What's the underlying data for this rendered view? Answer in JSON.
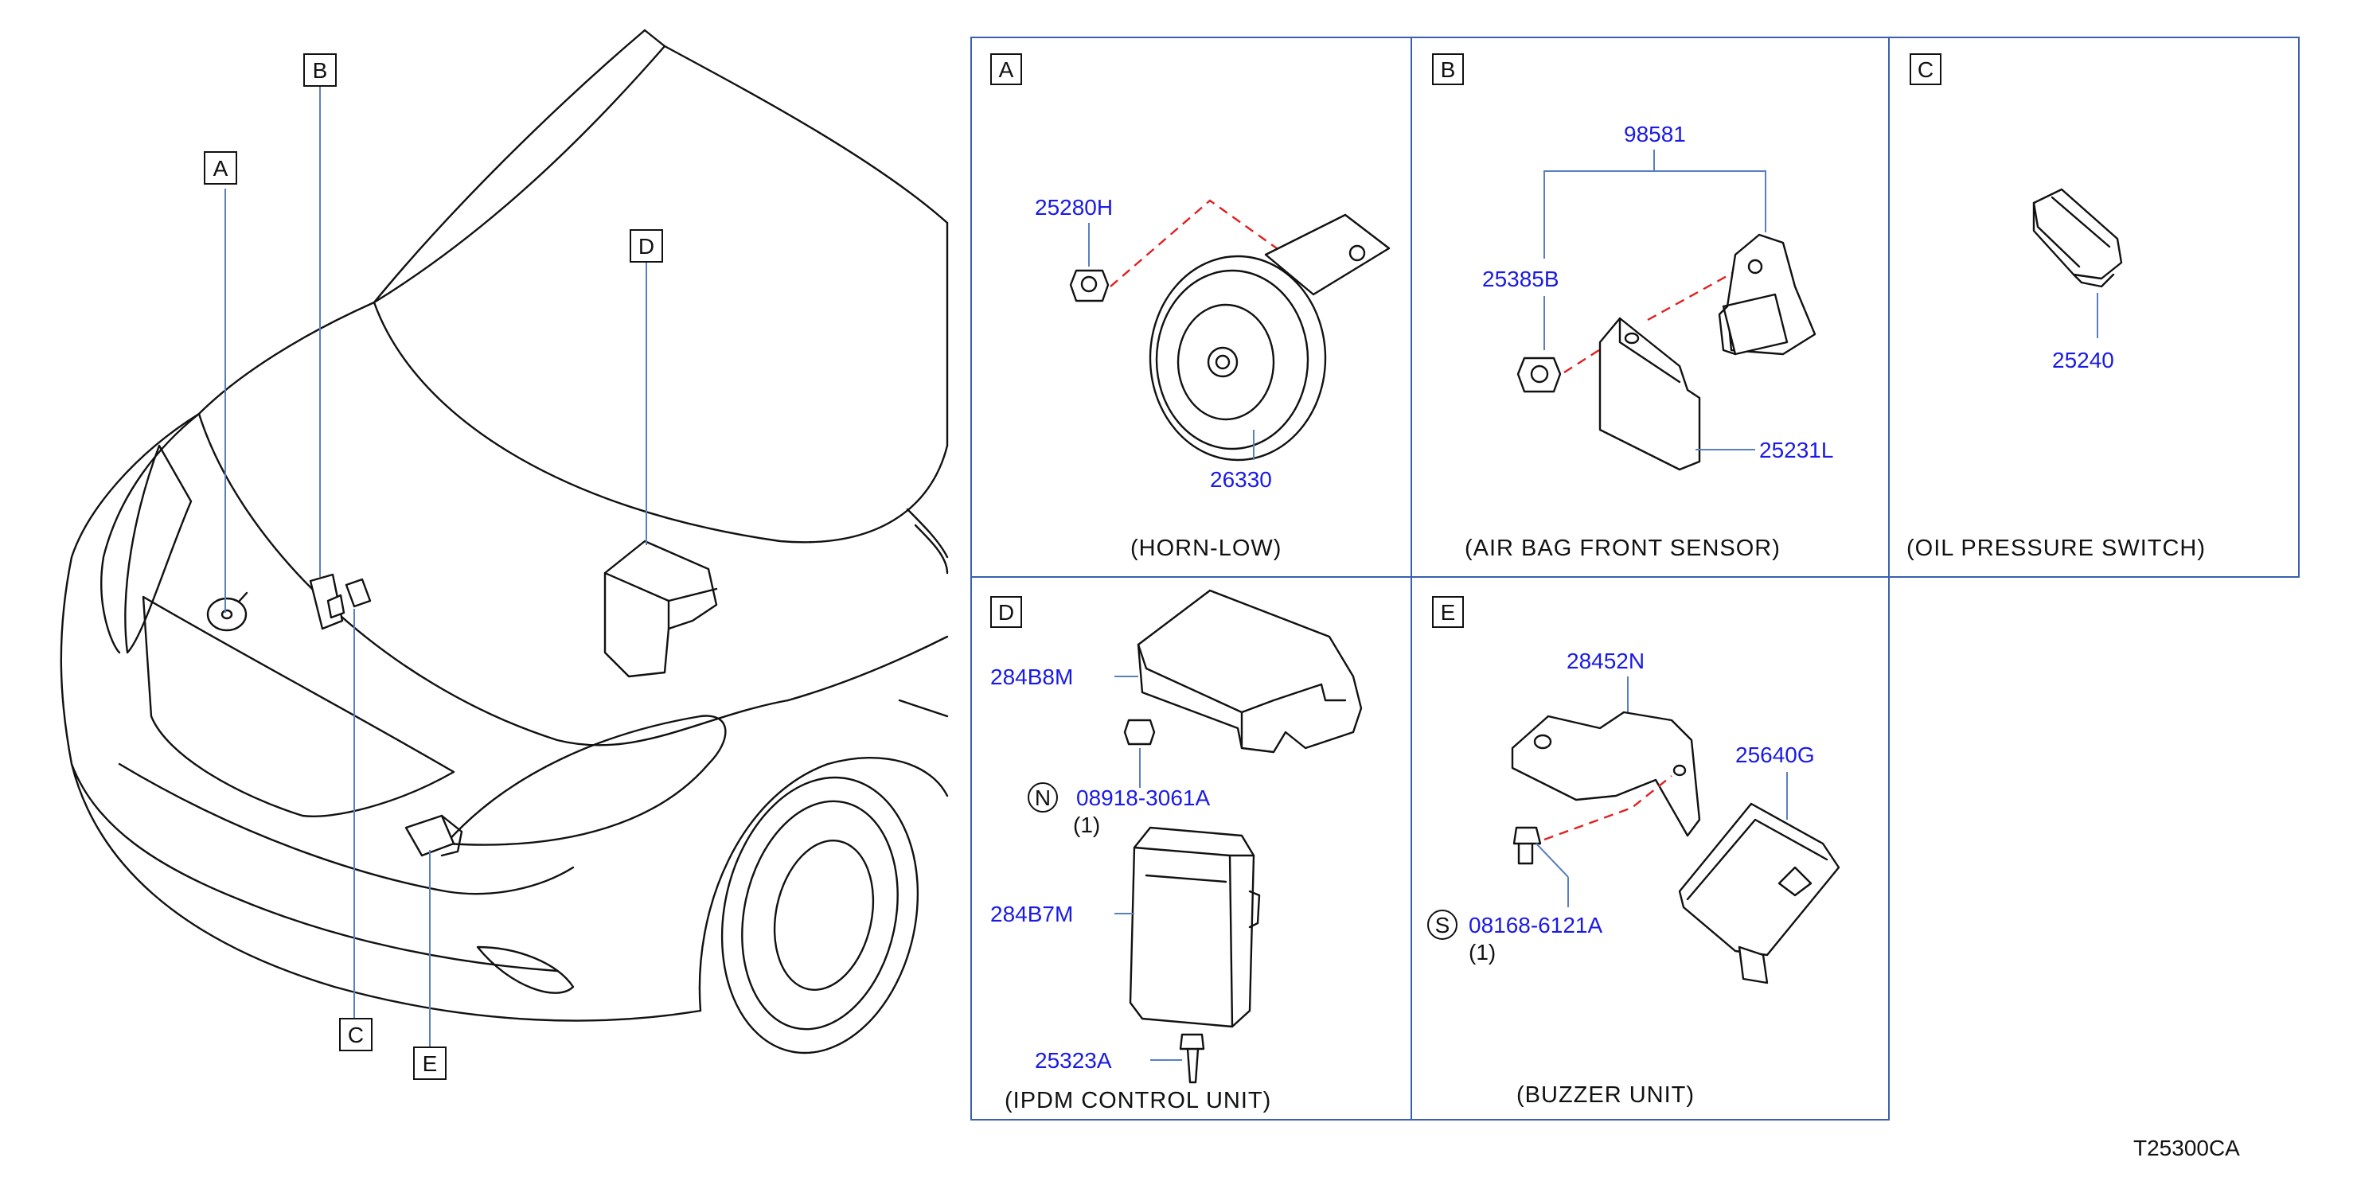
{
  "diagram_id": "T25300CA",
  "overview": {
    "callouts": [
      "A",
      "B",
      "C",
      "D",
      "E"
    ]
  },
  "panels": {
    "A": {
      "letter": "A",
      "caption": "(HORN-LOW)",
      "parts": [
        "25280H",
        "26330"
      ]
    },
    "B": {
      "letter": "B",
      "caption": "(AIR   BAG   FRONT   SENSOR)",
      "parts": [
        "98581",
        "25385B",
        "25231L"
      ]
    },
    "C": {
      "letter": "C",
      "caption": "(OIL   PRESSURE   SWITCH)",
      "parts": [
        "25240"
      ]
    },
    "D": {
      "letter": "D",
      "caption": "(IPDM   CONTROL   UNIT)",
      "parts": [
        "284B8M",
        "08918-3061A",
        "284B7M",
        "25323A"
      ],
      "qty": "(1)",
      "symbol": "N"
    },
    "E": {
      "letter": "E",
      "caption": "(BUZZER   UNIT)",
      "parts": [
        "28452N",
        "25640G",
        "08168-6121A"
      ],
      "qty": "(1)",
      "symbol": "S"
    }
  },
  "colors": {
    "part_number": "#1a1ae6",
    "panel_border": "#3a5fb0",
    "leader_line": "#5a7fc0",
    "dashed_line": "#e02020"
  }
}
